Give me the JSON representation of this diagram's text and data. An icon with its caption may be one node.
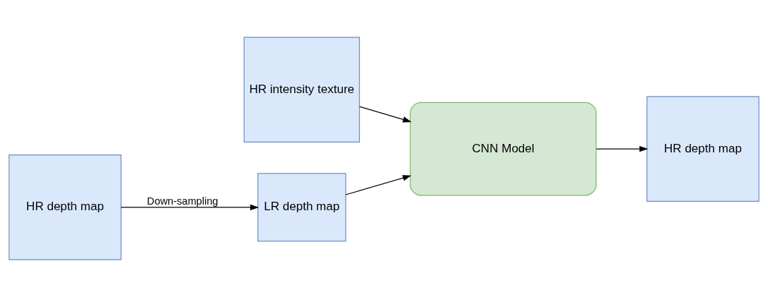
{
  "diagram": {
    "nodes": [
      {
        "text": [
          "HR intensity texture"
        ]
      },
      {
        "text": [
          "HR depth map"
        ]
      },
      {
        "text": [
          "LR depth map"
        ]
      },
      {
        "text": [
          "CNN Model"
        ]
      },
      {
        "text": [
          "HR depth map"
        ]
      }
    ],
    "edges": [
      {
        "from": 0,
        "to": 3,
        "arrow": "to"
      },
      {
        "from": 1,
        "to": 2,
        "arrow": "to",
        "label": "Down-sampling"
      },
      {
        "from": 2,
        "to": 3,
        "arrow": "to"
      },
      {
        "from": 3,
        "to": 4,
        "arrow": "to"
      }
    ]
  }
}
